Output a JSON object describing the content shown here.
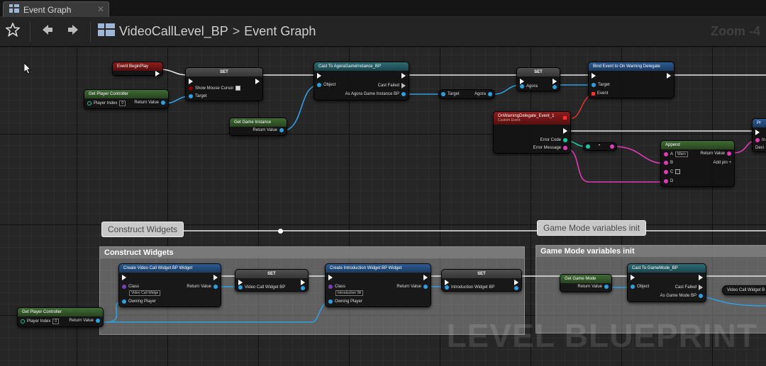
{
  "tab": {
    "title": "Event Graph"
  },
  "toolbar": {
    "blueprint_name": "VideoCallLevel_BP",
    "separator": ">",
    "graph_name": "Event Graph",
    "zoom": "Zoom -4"
  },
  "watermark": "LEVEL BLUEPRINT",
  "comments": {
    "construct_bubble": "Construct Widgets",
    "construct_title": "Construct Widgets",
    "gamemode_bubble": "Game Mode variables init",
    "gamemode_title": "Game Mode variables init"
  },
  "nodes": {
    "begin_play": {
      "title": "Event BeginPlay"
    },
    "get_pc_top": {
      "title": "Get Player Controller",
      "player_index": "Player Index",
      "player_index_val": "0",
      "return": "Return Value"
    },
    "set_mouse": {
      "title": "SET",
      "show_cursor": "Show Mouse Cursor",
      "target": "Target"
    },
    "get_game_instance": {
      "title": "Get Game Instance",
      "return": "Return Value"
    },
    "cast_agora": {
      "title": "Cast To AgoraGameInstance_BP",
      "object": "Object",
      "cast_failed": "Cast Failed",
      "as": "As Agora Game Instance BP"
    },
    "agora_get": {
      "target": "Target",
      "agora": "Agora"
    },
    "set_agora": {
      "title": "SET",
      "agora": "Agora"
    },
    "bind_event": {
      "title": "Bind Event to On Warning Delegate",
      "target": "Target",
      "event": "Event"
    },
    "custom_event": {
      "title": "OnWarningDelegate_Event_1",
      "subtitle": "Custom Event",
      "error_code": "Error Code",
      "error_message": "Error Message"
    },
    "append": {
      "title": "Append",
      "a": "A",
      "a_val": "Warn",
      "b": "B",
      "c": "C",
      "d": "D",
      "return": "Return Value",
      "add_pin": "Add pin +"
    },
    "create_video_widget": {
      "title": "Create Video Call Widget BP Widget",
      "class": "Class",
      "class_val": "Video Call Widge",
      "owning": "Owning Player",
      "return": "Return Value"
    },
    "set_video_widget": {
      "title": "SET",
      "pin": "Video Call Widget BP"
    },
    "create_intro_widget": {
      "title": "Create Introduction Widget BP Widget",
      "class": "Class",
      "class_val": "Introduction Wi",
      "owning": "Owning Player",
      "return": "Return Value"
    },
    "set_intro_widget": {
      "title": "SET",
      "pin": "Introduction Widget BP"
    },
    "get_pc_bottom": {
      "title": "Get Player Controller",
      "player_index": "Player Index",
      "player_index_val": "0",
      "return": "Return Value"
    },
    "get_game_mode": {
      "title": "Get Game Mode",
      "return": "Return Value"
    },
    "cast_gamemode": {
      "title": "Cast To GameMode_BP",
      "object": "Object",
      "cast_failed": "Cast Failed",
      "as": "As Game Mode BP"
    },
    "video_widget_get": {
      "label": "Video Call Widget B"
    },
    "right_node": {
      "title": "Pr",
      "in": "In",
      "dev": "Devi"
    }
  },
  "colors": {
    "exec": "#ffffff",
    "object": "#2f9fe0",
    "string": "#e13bb5",
    "int": "#19c7a1"
  }
}
